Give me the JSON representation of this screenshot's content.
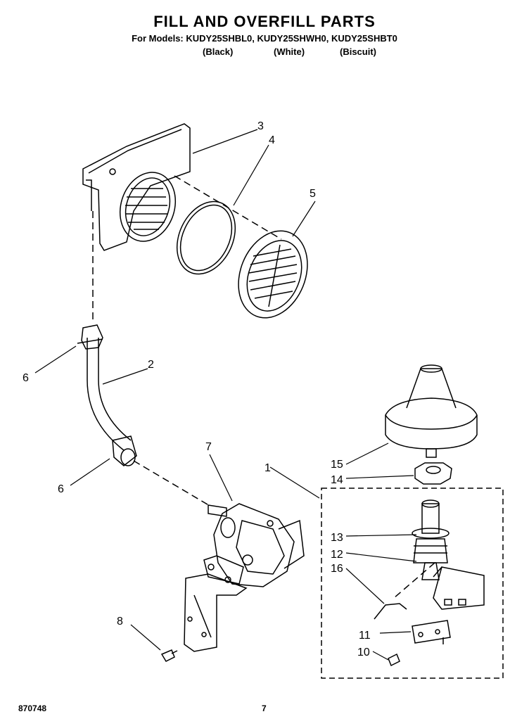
{
  "header": {
    "title": "FILL AND OVERFILL PARTS",
    "models_line": "For Models: KUDY25SHBL0, KUDY25SHWH0, KUDY25SHBT0",
    "variants": [
      "(Black)",
      "(White)",
      "(Biscuit)"
    ]
  },
  "callouts": [
    "1",
    "2",
    "3",
    "4",
    "5",
    "6",
    "6",
    "7",
    "8",
    "10",
    "11",
    "12",
    "13",
    "14",
    "15",
    "16"
  ],
  "footer": {
    "code": "870748",
    "page": "7"
  }
}
